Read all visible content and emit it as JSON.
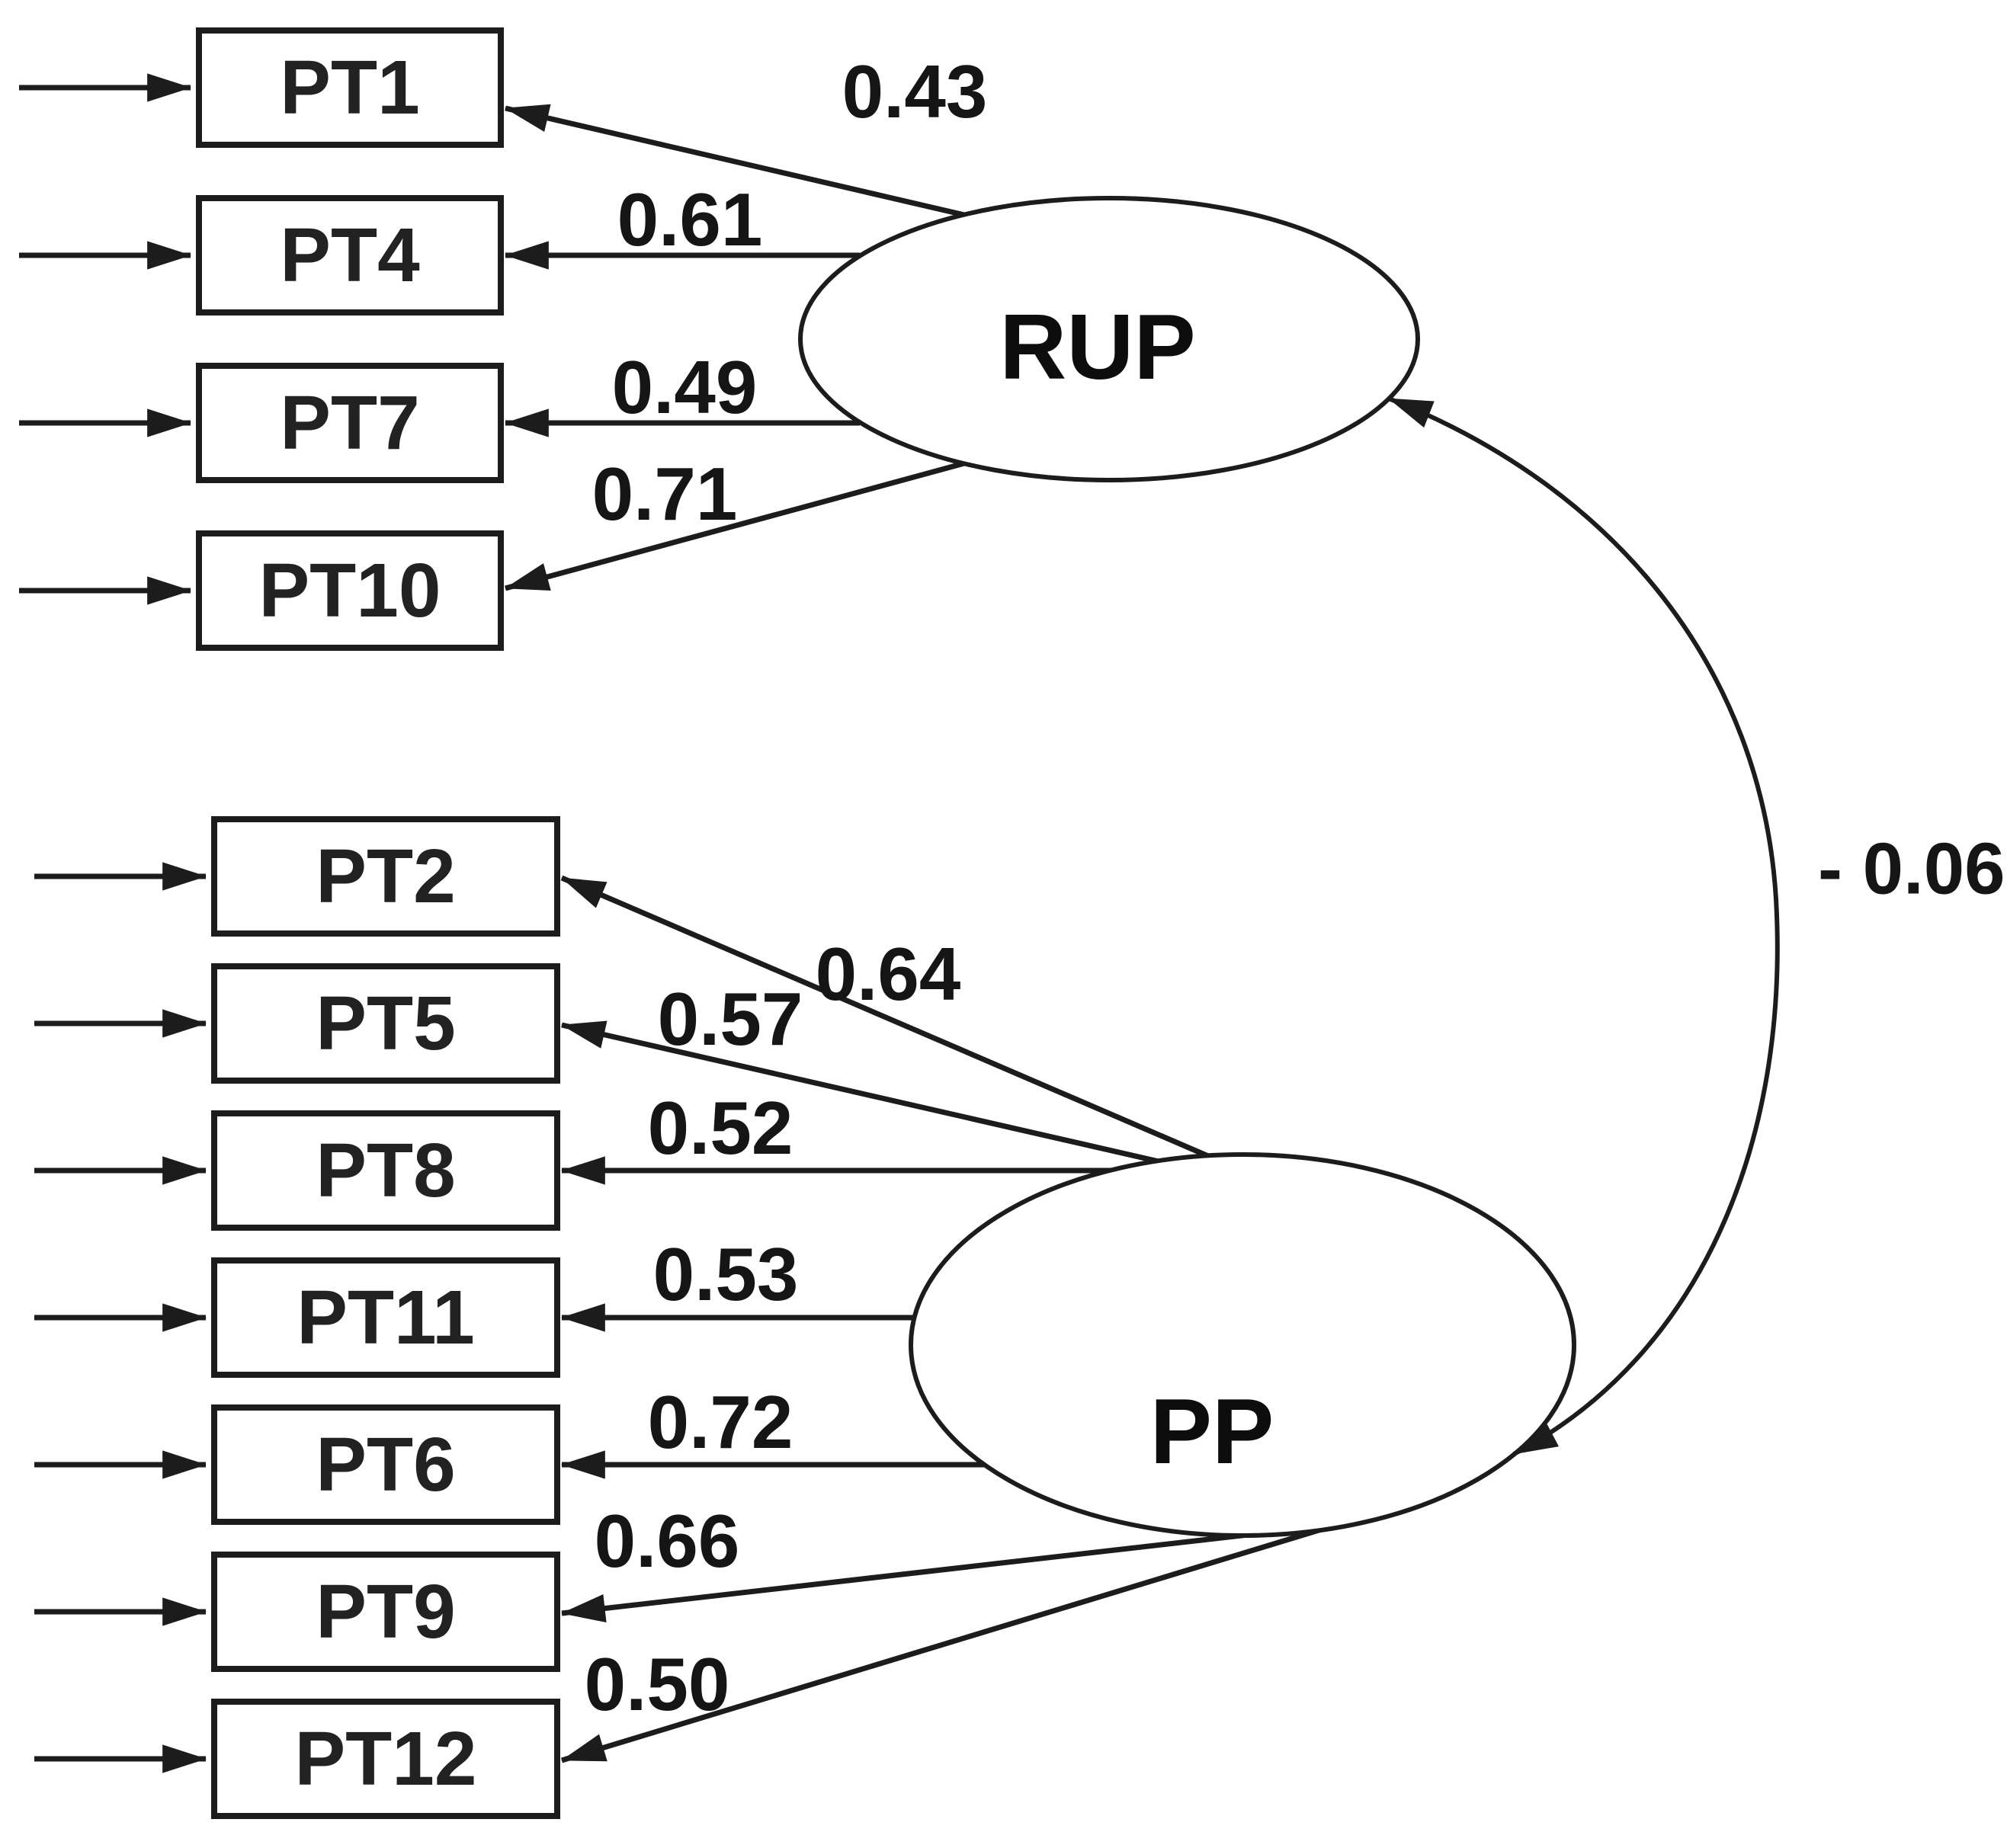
{
  "diagram": {
    "kind": "sem-path-diagram",
    "background_color": "#ffffff",
    "ink_color": "#1c1c1c",
    "correlation": {
      "label": "- 0.06",
      "value": -0.06,
      "between": [
        "RUP",
        "PP"
      ]
    },
    "latents": [
      {
        "id": "RUP",
        "label": "RUP",
        "indicators": [
          {
            "label": "PT1",
            "loading": "0.43"
          },
          {
            "label": "PT4",
            "loading": "0.61"
          },
          {
            "label": "PT7",
            "loading": "0.49"
          },
          {
            "label": "PT10",
            "loading": "0.71"
          }
        ]
      },
      {
        "id": "PP",
        "label": "PP",
        "indicators": [
          {
            "label": "PT2",
            "loading": "0.64"
          },
          {
            "label": "PT5",
            "loading": "0.57"
          },
          {
            "label": "PT8",
            "loading": "0.52"
          },
          {
            "label": "PT11",
            "loading": "0.53"
          },
          {
            "label": "PT6",
            "loading": "0.72"
          },
          {
            "label": "PT9",
            "loading": "0.66"
          },
          {
            "label": "PT12",
            "loading": "0.50"
          }
        ]
      }
    ]
  }
}
